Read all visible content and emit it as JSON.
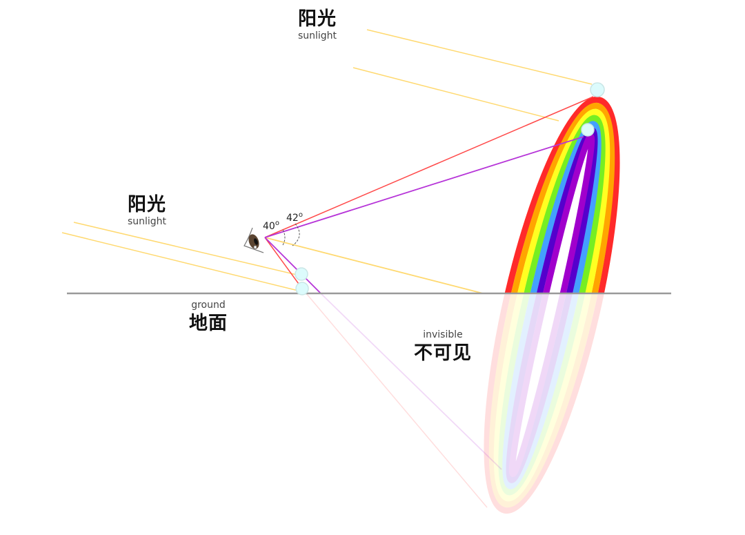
{
  "labels": {
    "sunlight_top": {
      "zh": "阳光",
      "en": "sunlight"
    },
    "sunlight_left": {
      "zh": "阳光",
      "en": "sunlight"
    },
    "ground": {
      "zh": "地面",
      "en": "ground"
    },
    "invisible": {
      "zh": "不可见",
      "en": "invisible"
    }
  },
  "angles": {
    "inner": {
      "value": "40",
      "unit": "°"
    },
    "outer": {
      "value": "42",
      "unit": "°"
    }
  },
  "colors": {
    "sun_ray": "#ffd970",
    "ground_line": "#999999",
    "red_ray": "#ff4a4a",
    "violet_ray": "#b634d8",
    "droplet_fill": "#dcfbfc",
    "droplet_stroke": "#c9e6e6",
    "rainbow_bands": [
      "#ff2a2a",
      "#ffa500",
      "#ffff22",
      "#77ee22",
      "#44a0ff",
      "#5500cc",
      "#a000cc"
    ]
  }
}
